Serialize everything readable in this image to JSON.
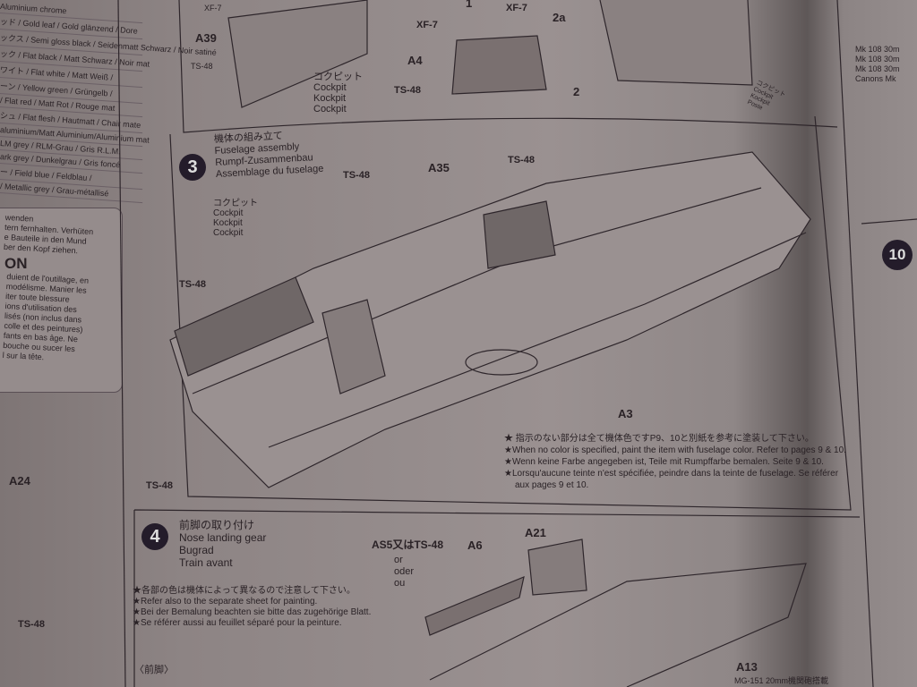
{
  "left_page": {
    "color_list": [
      "Aluminium chrome",
      "ッド / Gold leaf / Gold glänzend / Dore",
      "ックス / Semi gloss black / Seidenmatt Schwarz / Noir satiné",
      "ック / Flat black / Matt Schwarz / Noir mat",
      "ワイト / Flat white / Matt Weiß /",
      "ーン / Yellow green / Grüngelb /",
      "/ Flat red / Matt Rot / Rouge mat",
      "シュ / Flat flesh / Hautmatt / Chair mate",
      "aluminium/Matt Aluminium/Aluminium mat",
      "LM grey / RLM-Grau / Gris R.L.M.",
      "ark grey / Dunkelgrau / Gris foncé",
      "ー / Field blue / Feldblau /",
      "/ Metallic grey / Grau-métallisé"
    ],
    "warning": {
      "lines_de": [
        "wenden",
        "tern fernhalten. Verhüten",
        "e Bauteile in den Mund",
        "ber den Kopf ziehen."
      ],
      "heading": "ON",
      "lines_fr": [
        "duient de l'outillage, en",
        "modélisme. Manier les",
        "iter toute blessure",
        "ions d'utilisation des",
        "lisés (non inclus dans",
        "colle et des peintures)",
        "fants en bas âge. Ne",
        "bouche ou sucer les",
        "l sur la tête."
      ]
    },
    "part_a24": "A24",
    "ts48": "TS-48"
  },
  "step2": {
    "a39": "A39",
    "xf7a": "XF-7",
    "ts48a": "TS-48",
    "cockpit": [
      "コクピット",
      "Cockpit",
      "Kockpit",
      "Cockpit"
    ],
    "xf7b": "XF-7",
    "xf7c": "XF-7",
    "a4": "A4",
    "ts48b": "TS-48",
    "p1": "1",
    "p2a": "2a",
    "p2": "2",
    "cockpit_right": [
      "コクピット",
      "Cockpit",
      "Kockpit",
      "Poste"
    ]
  },
  "step3": {
    "number": "3",
    "title_jp": "機体の組み立て",
    "title_en": "Fuselage assembly",
    "title_de": "Rumpf-Zusammenbau",
    "title_fr": "Assemblage du fuselage",
    "cockpit": [
      "コクピット",
      "Cockpit",
      "Kockpit",
      "Cockpit"
    ],
    "ts48_1": "TS-48",
    "ts48_2": "TS-48",
    "ts48_3": "TS-48",
    "ts48_4": "TS-48",
    "a35": "A35",
    "a3": "A3",
    "notes": [
      "★ 指示のない部分は全て機体色ですP9、10と別紙を参考に塗装して下さい。",
      "★When no color is specified, paint the item with fuselage color. Refer to pages 9 & 10.",
      "★Wenn keine Farbe angegeben ist, Teile mit Rumpffarbe bemalen. Seite 9 & 10.",
      "★Lorsqu'aucune teinte n'est spécifiée, peindre dans la teinte de fuselage. Se référer",
      "aux pages 9 et 10."
    ]
  },
  "step4": {
    "number": "4",
    "title_jp": "前脚の取り付け",
    "title_en": "Nose landing gear",
    "title_de": "Bugrad",
    "title_fr": "Train avant",
    "notes": [
      "★各部の色は機体によって異なるので注意して下さい。",
      "★Refer also to the separate sheet for painting.",
      "★Bei der Bemalung beachten sie bitte das zugehörige Blatt.",
      "★Se référer aussi au feuillet séparé pour la peinture."
    ],
    "as5": "AS5又はTS-48",
    "or": "or",
    "oder": "oder",
    "ou": "ou",
    "a6": "A6",
    "a21": "A21",
    "a13": "A13",
    "mg": "MG-151 20mm機関砲搭載",
    "front": "〈前脚〉"
  },
  "right_page": {
    "cannon": [
      "Mk 108 30m",
      "Mk 108 30m",
      "Mk 108 30m",
      "Canons Mk"
    ],
    "step10": "10"
  },
  "colors": {
    "paper": "#958c8c",
    "ink": "#2a2226",
    "step_badge": "#241c2a"
  }
}
